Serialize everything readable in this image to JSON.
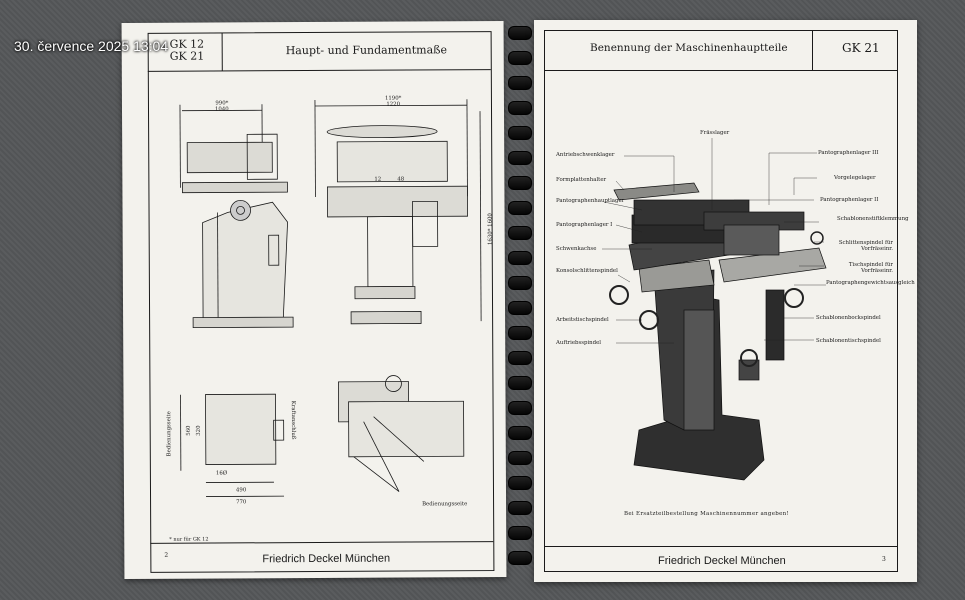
{
  "photo_timestamp": "30. července 2025 13:04",
  "left_page": {
    "model_codes": [
      "GK 12",
      "GK 21"
    ],
    "title": "Haupt- und Fundamentmaße",
    "footnote": "* nur für GK 12",
    "page_number": "2",
    "footer": "Friedrich Deckel München",
    "dimensions": {
      "side_width_a": "990*",
      "side_width_b": "1040",
      "front_width_a": "1190*",
      "front_width_b": "1220",
      "height_a": "1630*",
      "height_b": "1600",
      "base_depth": "560",
      "base_inner": "320",
      "base_width": "490",
      "base_total": "770",
      "bolt": "16Ø",
      "small_1": "12",
      "small_2": "48",
      "side_label": "Bedienungsseite",
      "side_label_2": "Kraftanschluß",
      "side_label_3": "Bedienungsseite"
    }
  },
  "right_page": {
    "title": "Benennung der Maschinenhauptteile",
    "model": "GK 21",
    "left_labels": [
      "Antriebschwenklager",
      "Formplattenhalter",
      "Pantographenhauptlager",
      "Pantographenlager I",
      "Schwenkachse",
      "Konsolschlittenspindel",
      "Arbeitstischspindel",
      "Auftriebsspindel"
    ],
    "top_label": "Frässlager",
    "right_labels": [
      "Pantographenlager III",
      "Vorgelegelager",
      "Pantographenlager II",
      "Schablonenstiftklemmung",
      "Schlittenspindel für Vorfräseinr.",
      "Tischspindel für Vorfräseinr.",
      "Pantographengewichtsausgleich",
      "Schablonenbockspindel",
      "Schablonentischspindel"
    ],
    "caption": "Bei Ersatzteilbestellung Maschinennummer angeben!",
    "footer": "Friedrich Deckel München",
    "page_number": "3"
  }
}
